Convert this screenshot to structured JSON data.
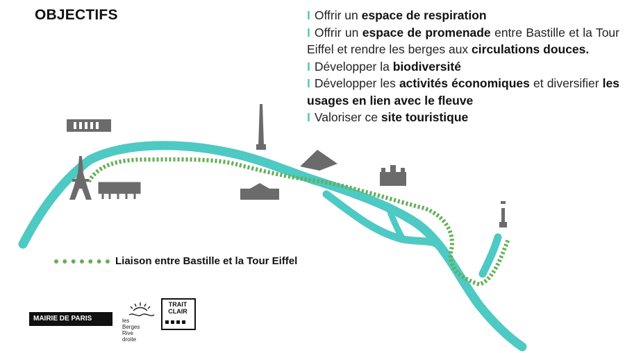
{
  "title": "OBJECTIFS",
  "objectives": [
    {
      "parts": [
        {
          "t": "Offrir un ",
          "b": false
        },
        {
          "t": "espace de respiration",
          "b": true
        }
      ]
    },
    {
      "parts": [
        {
          "t": "Offrir un ",
          "b": false
        },
        {
          "t": "espace de promenade",
          "b": true
        },
        {
          "t": " entre Bastille et la Tour Eiffel et rendre les berges aux ",
          "b": false
        },
        {
          "t": "circulations douces.",
          "b": true
        }
      ]
    },
    {
      "parts": [
        {
          "t": "Développer la ",
          "b": false
        },
        {
          "t": "biodiversité",
          "b": true
        }
      ]
    },
    {
      "parts": [
        {
          "t": "Développer les ",
          "b": false
        },
        {
          "t": "activités économiques",
          "b": true
        },
        {
          "t": " et diversifier ",
          "b": false
        },
        {
          "t": "les usages en lien avec le fleuve",
          "b": true
        }
      ]
    },
    {
      "parts": [
        {
          "t": "Valoriser ce ",
          "b": false
        },
        {
          "t": "site touristique",
          "b": true
        }
      ]
    }
  ],
  "legend": {
    "label": "Liaison entre Bastille et la Tour Eiffel"
  },
  "logos": {
    "mairie": "MAIRIE DE PARIS",
    "berges_line1": "les Berges",
    "berges_line2": "Rive droite",
    "trait_line1": "TRAIT",
    "trait_line2": "CLAIR"
  },
  "colors": {
    "river": "#4ec9c3",
    "path": "#62b054",
    "landmark": "#6b6b6b",
    "bar": "#4ec9c3"
  },
  "landmarks": [
    "eiffel-tower-icon",
    "grand-palais-icon",
    "obelisk-icon",
    "louvre-pyramid-icon",
    "hotel-de-ville-icon",
    "assemblee-icon",
    "bastille-column-icon",
    "trocadero-icon"
  ]
}
